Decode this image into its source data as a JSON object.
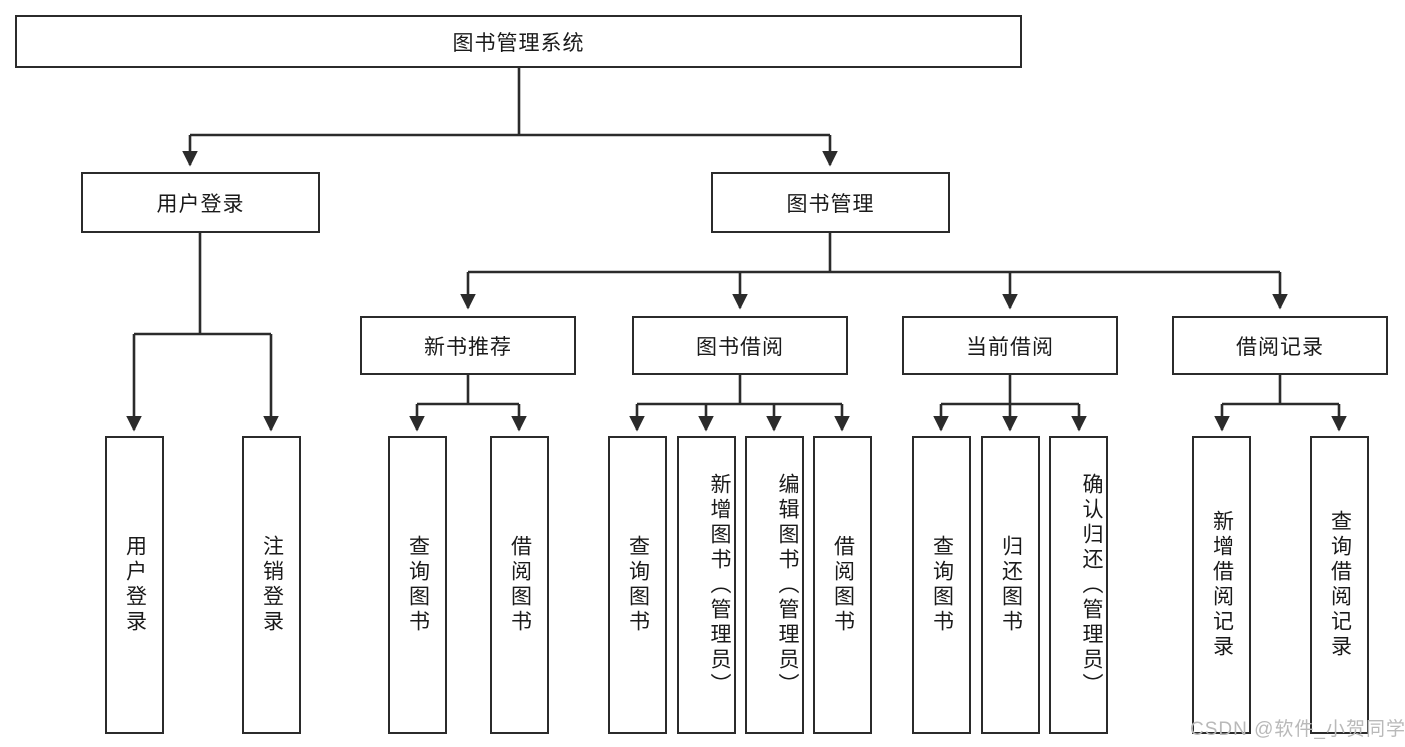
{
  "diagram": {
    "title": "图书管理系统",
    "type": "tree-hierarchy-diagram",
    "colors": {
      "box_border": "#2b2b2b",
      "box_fill": "#ffffff",
      "connector": "#2b2b2b",
      "text": "#1a1a1a",
      "watermark": "#b9b9b9",
      "background": "#ffffff"
    },
    "root": {
      "label": "图书管理系统"
    },
    "level2": [
      {
        "label": "用户登录"
      },
      {
        "label": "图书管理"
      }
    ],
    "level3": [
      {
        "label": "新书推荐"
      },
      {
        "label": "图书借阅"
      },
      {
        "label": "当前借阅"
      },
      {
        "label": "借阅记录"
      }
    ],
    "leaves": {
      "user_login": [
        {
          "label": "用户登录"
        },
        {
          "label": "注销登录"
        }
      ],
      "new_book_recommend": [
        {
          "label": "查询图书"
        },
        {
          "label": "借阅图书"
        }
      ],
      "book_borrow": [
        {
          "label": "查询图书"
        },
        {
          "label": "新增图书（管理员）"
        },
        {
          "label": "编辑图书（管理员）"
        },
        {
          "label": "借阅图书"
        }
      ],
      "current_borrow": [
        {
          "label": "查询图书"
        },
        {
          "label": "归还图书"
        },
        {
          "label": "确认归还（管理员）"
        }
      ],
      "borrow_record": [
        {
          "label": "新增借阅记录"
        },
        {
          "label": "查询借阅记录"
        }
      ]
    }
  },
  "watermark": {
    "text": "CSDN @软件_小贺同学"
  }
}
